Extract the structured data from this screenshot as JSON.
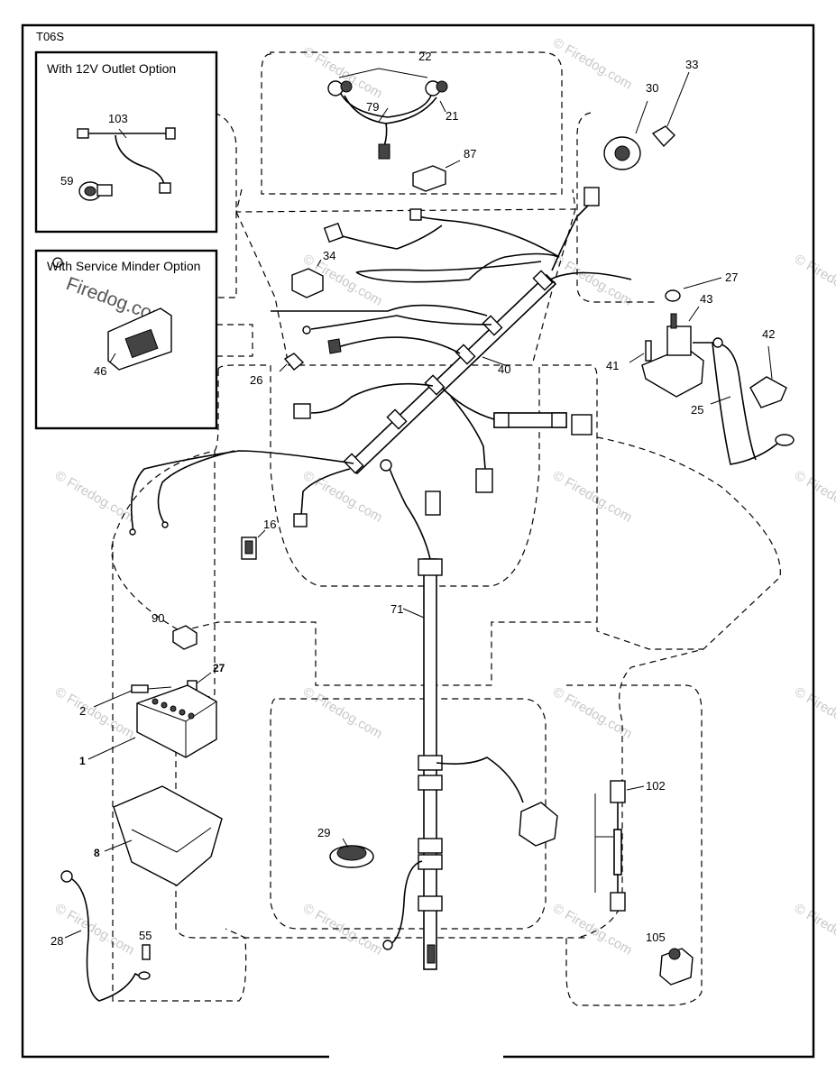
{
  "diagram_code": "T06S",
  "option_boxes": [
    {
      "title": "With 12V Outlet Option",
      "part_numbers": [
        "103",
        "59"
      ]
    },
    {
      "title": "With Service Minder Option",
      "part_numbers": [
        "46"
      ]
    }
  ],
  "callouts": [
    {
      "id": "22",
      "label": "22"
    },
    {
      "id": "79",
      "label": "79"
    },
    {
      "id": "21",
      "label": "21"
    },
    {
      "id": "87",
      "label": "87"
    },
    {
      "id": "30",
      "label": "30"
    },
    {
      "id": "33",
      "label": "33"
    },
    {
      "id": "34",
      "label": "34"
    },
    {
      "id": "27a",
      "label": "27"
    },
    {
      "id": "43",
      "label": "43"
    },
    {
      "id": "42",
      "label": "42"
    },
    {
      "id": "41",
      "label": "41"
    },
    {
      "id": "40",
      "label": "40"
    },
    {
      "id": "26",
      "label": "26"
    },
    {
      "id": "25",
      "label": "25"
    },
    {
      "id": "16",
      "label": "16"
    },
    {
      "id": "71",
      "label": "71"
    },
    {
      "id": "90",
      "label": "90"
    },
    {
      "id": "27b",
      "label": "27"
    },
    {
      "id": "2",
      "label": "2"
    },
    {
      "id": "1",
      "label": "1"
    },
    {
      "id": "8",
      "label": "8"
    },
    {
      "id": "29",
      "label": "29"
    },
    {
      "id": "102",
      "label": "102"
    },
    {
      "id": "28",
      "label": "28"
    },
    {
      "id": "55",
      "label": "55"
    },
    {
      "id": "105",
      "label": "105"
    },
    {
      "id": "103",
      "label": "103"
    },
    {
      "id": "59",
      "label": "59"
    },
    {
      "id": "46",
      "label": "46"
    }
  ],
  "watermark": "© Firedog.com",
  "watermark_overlay": "Firedog.com",
  "colors": {
    "ink": "#000000",
    "watermark": "#c8c8c8",
    "background": "#ffffff"
  }
}
